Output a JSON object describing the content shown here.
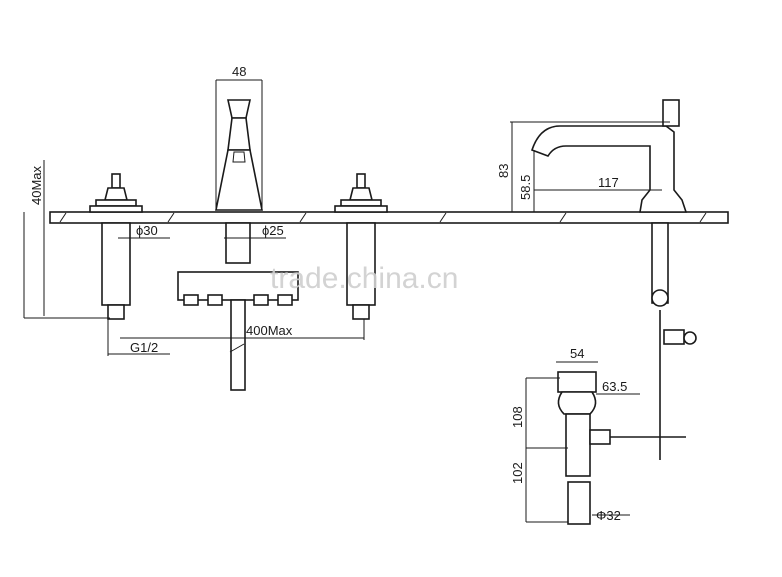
{
  "dimensions": {
    "spout_width": "48",
    "deck_max": "40Max",
    "hole_left": "ϕ30",
    "hole_center": "ϕ25",
    "thread": "G1/2",
    "spread_max": "400Max",
    "tub_height": "83",
    "tub_outlet_height": "58.5",
    "tub_reach": "117",
    "drain_width": "54",
    "drain_inner": "63.5",
    "drain_height": "108",
    "drain_lower": "102",
    "drain_pipe": "Φ32"
  },
  "watermark": "trade.china.cn"
}
